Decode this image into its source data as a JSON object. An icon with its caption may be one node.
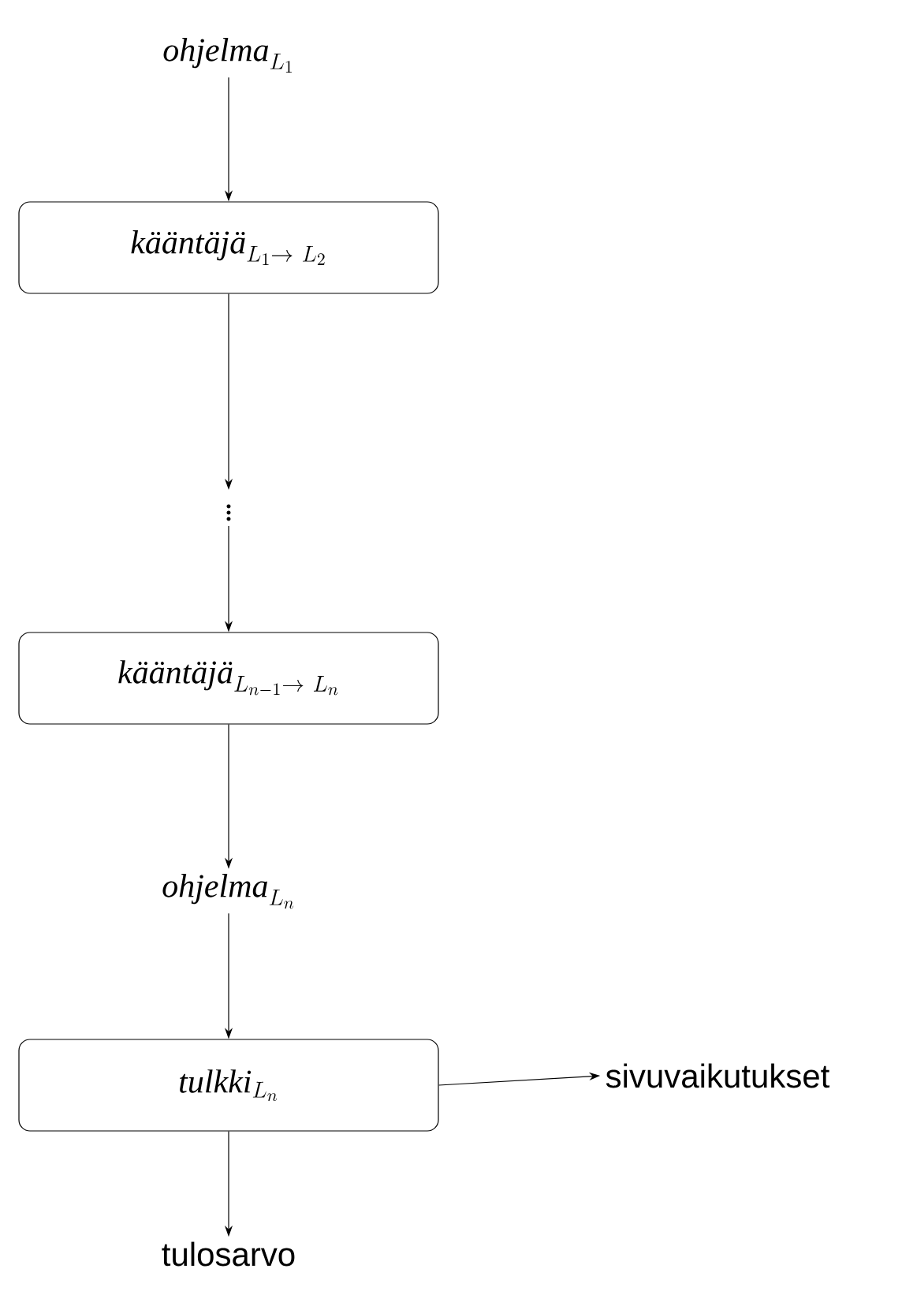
{
  "diagram": {
    "nodes": [
      {
        "text": [
          "\\mbox{\\itshape ohjelma}_{L_1}"
        ]
      },
      {
        "text": [
          "\\mbox{\\itshape kääntäjä}_{L_1\\to\\ L_2}"
        ]
      },
      {
        "text": [
          "\\vdots"
        ]
      },
      {
        "text": [
          "\\mbox{\\itshape kääntäjä}_{L_{n-1}\\to\\ L_n}"
        ]
      },
      {
        "text": [
          "\\mbox{\\itshape ohjelma}_{L_n}"
        ]
      },
      {
        "text": [
          "\\mbox{\\itshape tulkki}_{L_n}"
        ]
      },
      {
        "text": [
          "sivuvaikutukset"
        ]
      },
      {
        "text": [
          "tulosarvo"
        ]
      }
    ],
    "edges": [
      {
        "from": 0,
        "to": 1,
        "arrow": "to"
      },
      {
        "from": 1,
        "to": 2,
        "arrow": "to"
      },
      {
        "from": 2,
        "to": 3,
        "arrow": "to"
      },
      {
        "from": 3,
        "to": 4,
        "arrow": "to"
      },
      {
        "from": 4,
        "to": 5,
        "arrow": "to"
      },
      {
        "from": 5,
        "to": 6,
        "arrow": "to"
      },
      {
        "from": 5,
        "to": 7,
        "arrow": "to"
      }
    ]
  }
}
